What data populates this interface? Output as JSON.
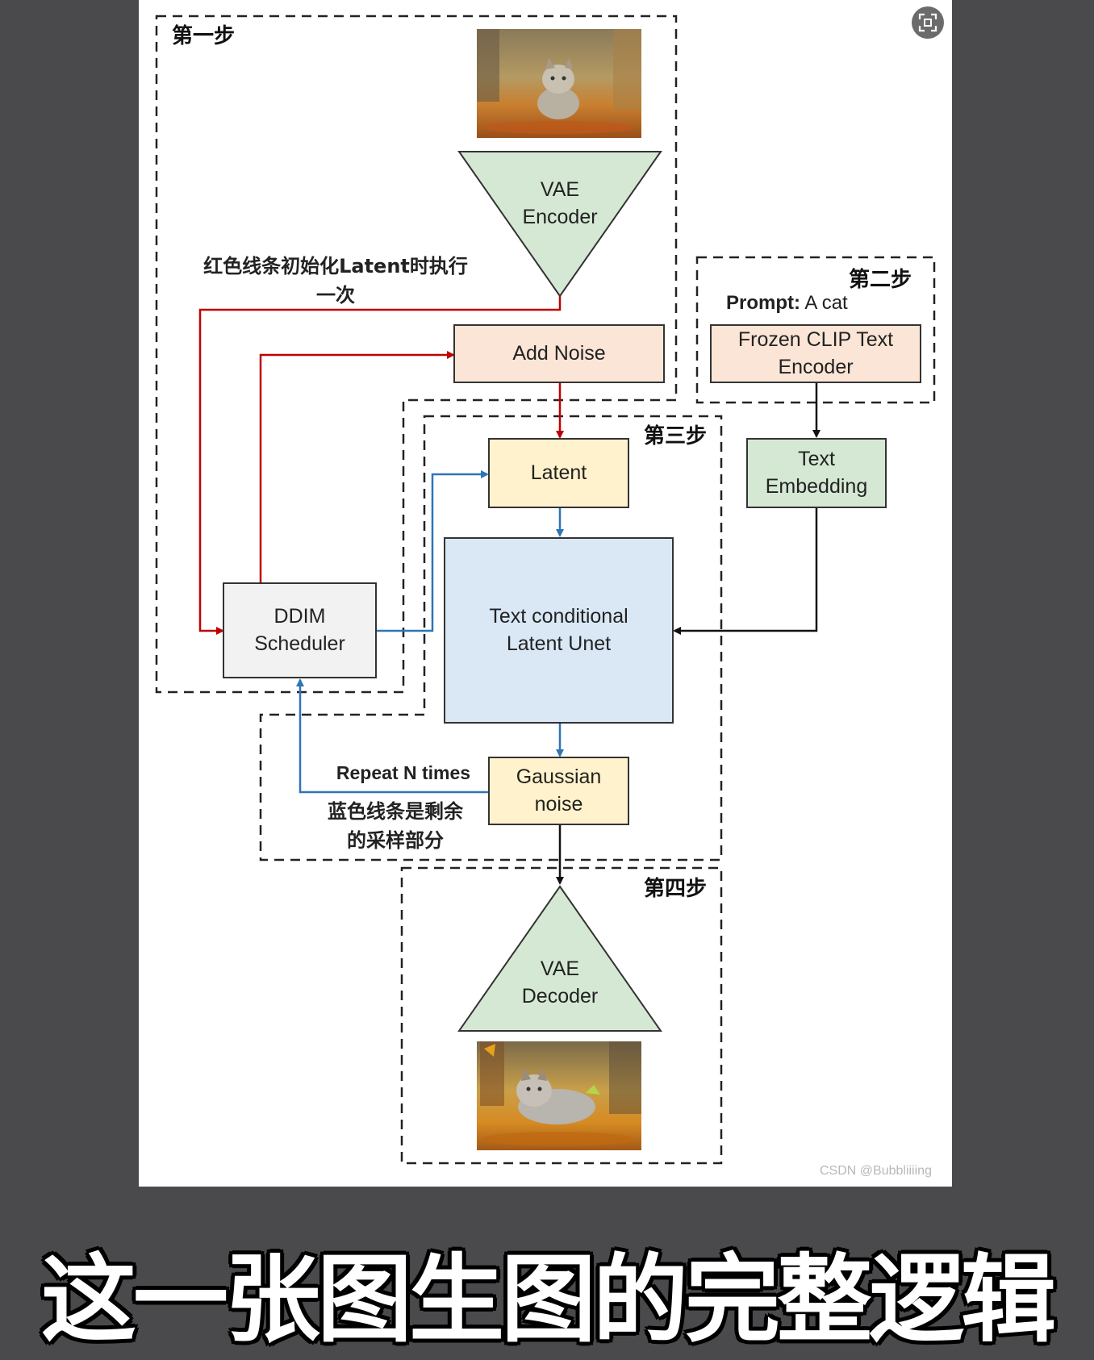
{
  "steps": {
    "step1": "第一步",
    "step2": "第二步",
    "step3": "第三步",
    "step4": "第四步"
  },
  "notes": {
    "red_note": "红色线条初始化Latent时执行一次",
    "blue_note": "蓝色线条是剩余的采样部分",
    "repeat": "Repeat N times"
  },
  "prompt": {
    "label": "Prompt:",
    "value": " A cat"
  },
  "nodes": {
    "vae_encoder": [
      "VAE",
      "Encoder"
    ],
    "add_noise": "Add Noise",
    "clip_encoder": [
      "Frozen CLIP Text",
      "Encoder"
    ],
    "text_embedding": [
      "Text",
      "Embedding"
    ],
    "latent": "Latent",
    "unet": [
      "Text conditional",
      "Latent Unet"
    ],
    "ddim": [
      "DDIM",
      "Scheduler"
    ],
    "gaussian": [
      "Gaussian",
      "noise"
    ],
    "vae_decoder": [
      "VAE",
      "Decoder"
    ]
  },
  "colors": {
    "green_fill": "#d5e8d4",
    "peach_fill": "#fbe5d6",
    "yellow_fill": "#fff2cc",
    "blue_fill": "#dae8f5",
    "gray_fill": "#f2f2f2",
    "red_line": "#c00000",
    "blue_line": "#2e75b6"
  },
  "watermark": "CSDN @Bubbliiiing",
  "caption": "这一张图生图的完整逻辑"
}
